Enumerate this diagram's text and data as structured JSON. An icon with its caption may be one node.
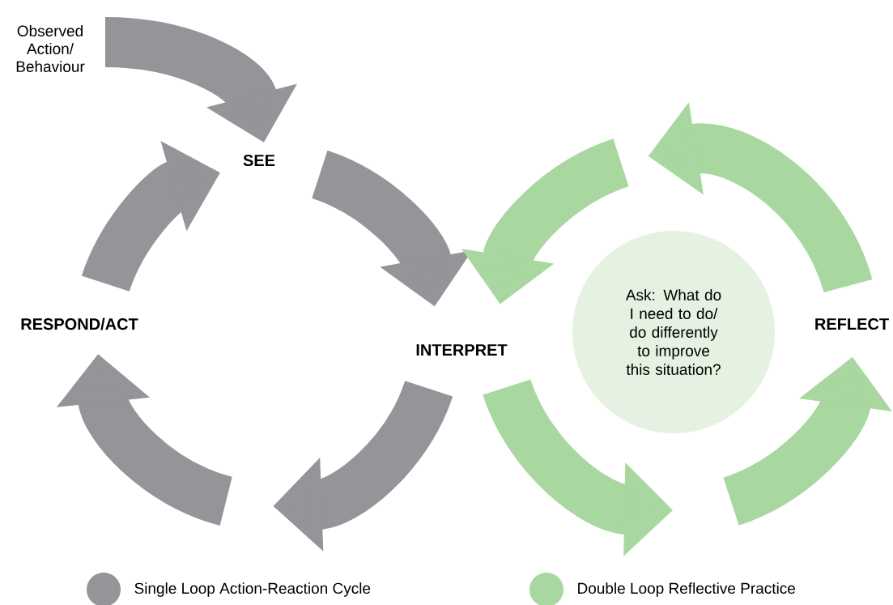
{
  "diagram": {
    "nodes": [
      {
        "text": [
          "Observed Action/ Behaviour"
        ]
      },
      {
        "text": [
          "SEE"
        ]
      },
      {
        "text": [
          "INTERPRET"
        ]
      },
      {
        "text": [
          "RESPOND/ACT"
        ]
      },
      {
        "text": [
          "REFLECT"
        ]
      },
      {
        "text": [
          "Ask: What do I need to do/ do differently to improve this situation?"
        ]
      }
    ],
    "edges": [
      {
        "from": 0,
        "to": 1,
        "arrow": "to"
      },
      {
        "from": 1,
        "to": 2,
        "arrow": "to"
      },
      {
        "from": 2,
        "to": null,
        "arrow": "to"
      },
      {
        "from": null,
        "to": 3,
        "arrow": "to"
      },
      {
        "from": 3,
        "to": 1,
        "arrow": "to"
      },
      {
        "from": 4,
        "to": null,
        "arrow": "to",
        "color": "#a8d7a0"
      },
      {
        "from": null,
        "to": 2,
        "arrow": "to",
        "color": "#a8d7a0"
      },
      {
        "from": 2,
        "to": null,
        "arrow": "to",
        "color": "#a8d7a0"
      },
      {
        "from": null,
        "to": 4,
        "arrow": "to",
        "color": "#a8d7a0"
      }
    ],
    "legend": [
      {
        "text": "Single Loop Action-Reaction Cycle",
        "color": "#939598"
      },
      {
        "text": "Double Loop Reflective Practice",
        "color": "#a8d7a0"
      }
    ]
  }
}
